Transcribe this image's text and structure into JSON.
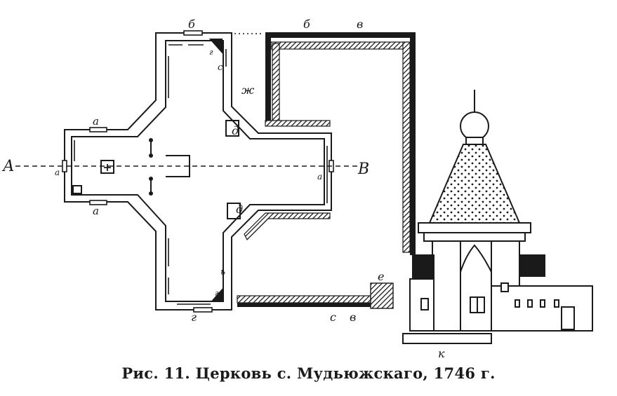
{
  "caption": "Рис. 11. Церковь с. Мудьюжскаго, 1746 г.",
  "labels": {
    "section_left": "А",
    "section_right": "В",
    "a_top": "а",
    "a_bottom": "а",
    "a_left": "а",
    "a_right": "а",
    "b_top": "б",
    "b_bottom": "г",
    "v_top_1": "б",
    "v_top_2": "в",
    "g_top": "г",
    "g_bottom": "г",
    "d_top": "д",
    "d_bottom": "д",
    "zh": "ж",
    "v_corner_top": "с",
    "v_corner_bottom": "ь",
    "c_bottom": "с",
    "v_bottom": "в",
    "e_stair": "е",
    "k_elevation": "к",
    "icon_plus": "+"
  },
  "colors": {
    "ink": "#1a1a1a",
    "paper": "#ffffff"
  }
}
